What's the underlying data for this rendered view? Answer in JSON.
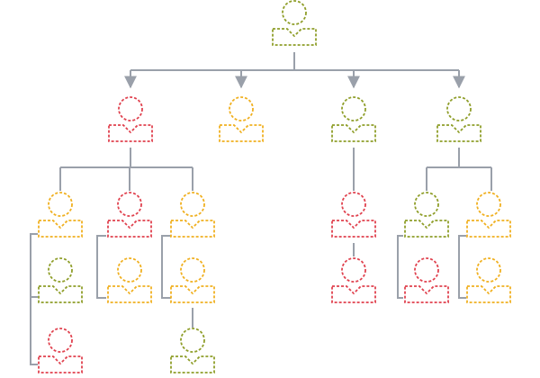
{
  "colors": {
    "connector": "#9aa0aa",
    "olive": "#8f9e2a",
    "red": "#e0424f",
    "orange": "#f0b020"
  },
  "icon": "person-icon",
  "nodes": [
    {
      "id": "root",
      "color": "olive"
    },
    {
      "id": "a",
      "color": "red",
      "parent": "root"
    },
    {
      "id": "b",
      "color": "orange",
      "parent": "root"
    },
    {
      "id": "c",
      "color": "olive",
      "parent": "root"
    },
    {
      "id": "d",
      "color": "olive",
      "parent": "root"
    },
    {
      "id": "a1",
      "color": "orange",
      "parent": "a"
    },
    {
      "id": "a2",
      "color": "red",
      "parent": "a"
    },
    {
      "id": "a3",
      "color": "orange",
      "parent": "a"
    },
    {
      "id": "a1-1",
      "color": "olive",
      "parent": "a1"
    },
    {
      "id": "a1-2",
      "color": "red",
      "parent": "a1"
    },
    {
      "id": "a2-1",
      "color": "orange",
      "parent": "a2"
    },
    {
      "id": "a3-1",
      "color": "orange",
      "parent": "a3"
    },
    {
      "id": "a3-2",
      "color": "olive",
      "parent": "a3"
    },
    {
      "id": "c1",
      "color": "red",
      "parent": "c"
    },
    {
      "id": "c2",
      "color": "red",
      "parent": "c"
    },
    {
      "id": "d1",
      "color": "olive",
      "parent": "d"
    },
    {
      "id": "d2",
      "color": "orange",
      "parent": "d"
    },
    {
      "id": "d1-1",
      "color": "red",
      "parent": "d1"
    },
    {
      "id": "d2-1",
      "color": "orange",
      "parent": "d2"
    }
  ]
}
